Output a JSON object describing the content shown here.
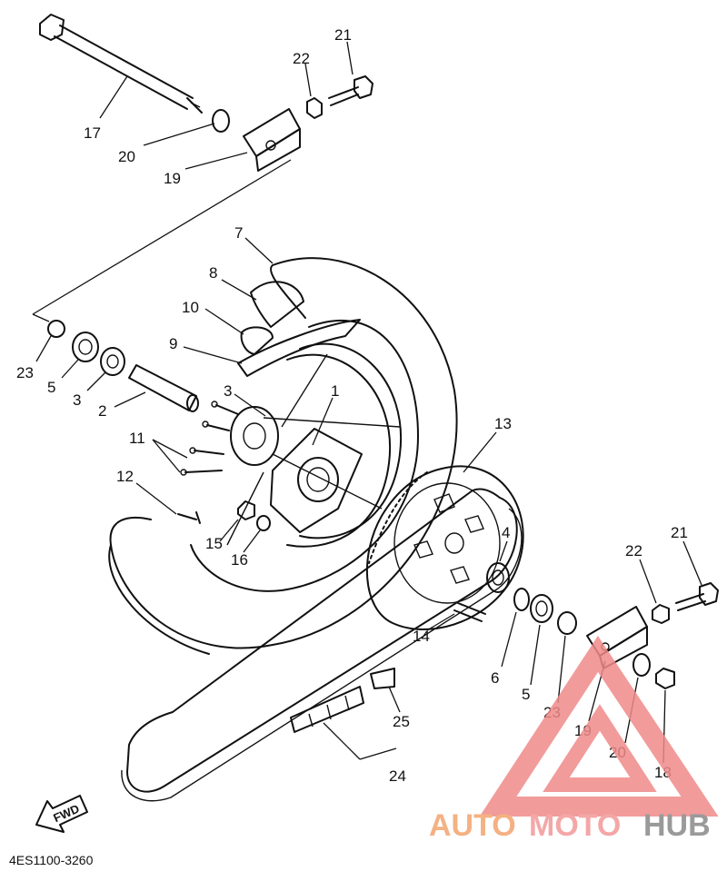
{
  "diagram": {
    "part_labels": [
      {
        "id": "17",
        "text": "17"
      },
      {
        "id": "20a",
        "text": "20"
      },
      {
        "id": "19a",
        "text": "19"
      },
      {
        "id": "22a",
        "text": "22"
      },
      {
        "id": "21a",
        "text": "21"
      },
      {
        "id": "7",
        "text": "7"
      },
      {
        "id": "8",
        "text": "8"
      },
      {
        "id": "10",
        "text": "10"
      },
      {
        "id": "9",
        "text": "9"
      },
      {
        "id": "23a",
        "text": "23"
      },
      {
        "id": "5a",
        "text": "5"
      },
      {
        "id": "3a",
        "text": "3"
      },
      {
        "id": "2",
        "text": "2"
      },
      {
        "id": "3b",
        "text": "3"
      },
      {
        "id": "1",
        "text": "1"
      },
      {
        "id": "11",
        "text": "11"
      },
      {
        "id": "12",
        "text": "12"
      },
      {
        "id": "13",
        "text": "13"
      },
      {
        "id": "15",
        "text": "15"
      },
      {
        "id": "16",
        "text": "16"
      },
      {
        "id": "4",
        "text": "4"
      },
      {
        "id": "14",
        "text": "14"
      },
      {
        "id": "21b",
        "text": "21"
      },
      {
        "id": "22b",
        "text": "22"
      },
      {
        "id": "6",
        "text": "6"
      },
      {
        "id": "5b",
        "text": "5"
      },
      {
        "id": "23b",
        "text": "23"
      },
      {
        "id": "19b",
        "text": "19"
      },
      {
        "id": "20b",
        "text": "20"
      },
      {
        "id": "18",
        "text": "18"
      },
      {
        "id": "25",
        "text": "25"
      },
      {
        "id": "24",
        "text": "24"
      }
    ],
    "fwd_label": "FWD",
    "diagram_code": "4ES1100-3260"
  },
  "watermark": {
    "part1": "AUTO",
    "part2": "MOTO",
    "part3": "HUB",
    "logo_color": "#f08a8a"
  }
}
